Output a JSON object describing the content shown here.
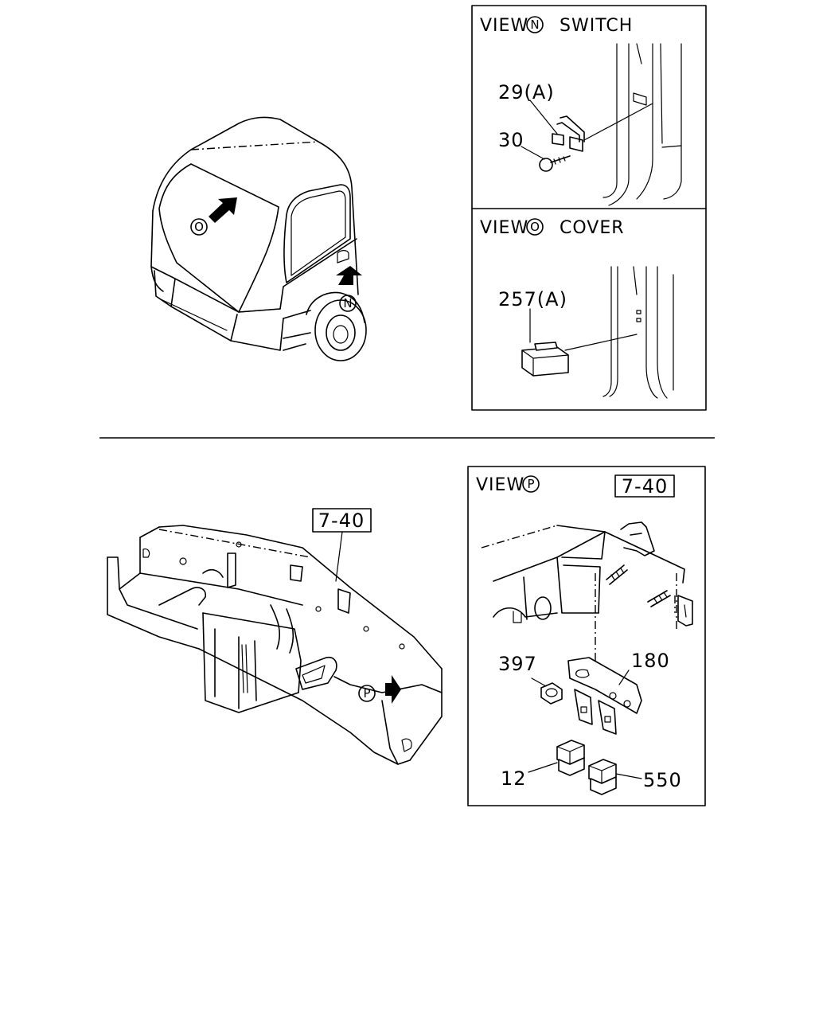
{
  "view_n": {
    "prefix": "VIEW",
    "marker": "N",
    "title": "SWITCH"
  },
  "view_o": {
    "prefix": "VIEW",
    "marker": "O",
    "title": "COVER"
  },
  "view_p": {
    "prefix": "VIEW",
    "marker": "P"
  },
  "cab_markers": {
    "o": "O",
    "n": "N"
  },
  "dash_marker": "P",
  "ref_boxes": {
    "dashboard": "7-40",
    "view_p": "7-40"
  },
  "parts": {
    "p29": "29(A)",
    "p30": "30",
    "p257": "257(A)",
    "p397": "397",
    "p180": "180",
    "p12": "12",
    "p550": "550"
  }
}
